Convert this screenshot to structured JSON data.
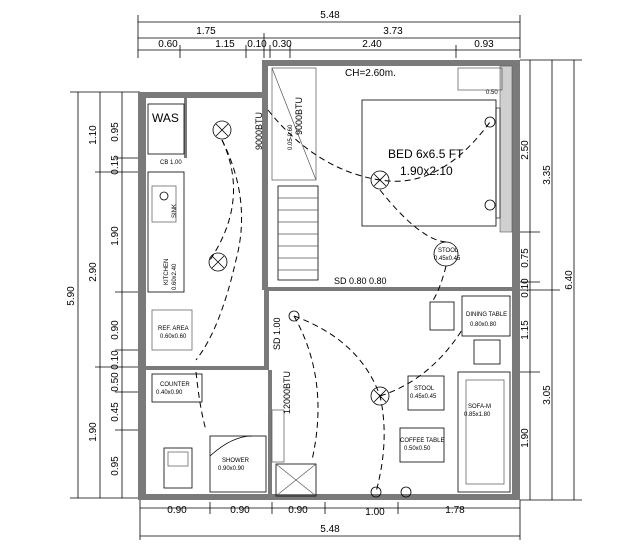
{
  "dims_top": {
    "overall": "5.48",
    "row2": [
      "1.75",
      "3.73"
    ],
    "row3": [
      "0.60",
      "1.15",
      "0.10",
      "0.30",
      "2.40",
      "0.93"
    ]
  },
  "dims_bottom": {
    "row1": [
      "0.90",
      "0.90",
      "0.90",
      "1.00",
      "1.78"
    ],
    "overall": "5.48"
  },
  "dims_left": {
    "overall": "5.90",
    "row2": [
      "1.10",
      "2.90",
      "1.90"
    ],
    "row3": [
      "0.95",
      "0.15",
      "1.90",
      "0.90",
      "0.10",
      "0.50",
      "0.45",
      "0.95"
    ]
  },
  "dims_right": {
    "overall": "6.40",
    "row2": [
      "3.35",
      "3.05"
    ],
    "row3": [
      "2.50",
      "0.75",
      "0.10",
      "1.15",
      "1.90"
    ]
  },
  "rooms": {
    "ceiling": "CH=2.60m.",
    "bed_line1": "BED   6x6.5 FT",
    "bed_line2": "1.90x2.10",
    "was": "WAS",
    "stool_top": "STOOL",
    "stool_top_size": "0.45x0.45",
    "sd": "SD  0.80     0.80",
    "dining_table": "DINING TABLE",
    "dining_size": "0.80x0.80",
    "stool": "STOOL",
    "stool_size": "0.45x0.45",
    "sofa": "SOFA-M",
    "sofa_size": "0.85x1.80",
    "coffee_table": "COFFEE TABLE",
    "coffee_size": "0.50x0.50",
    "shower": "SHOWER",
    "shower_size": "0.90x0.90",
    "counter": "COUNTER",
    "counter_size": "0.40x0.90",
    "refrigerator": "REF. AREA",
    "refrigerator_size": "0.60x0.60",
    "btu_top": "9000BTU",
    "btu_top2": "9000BTU",
    "btu_mid": "12000BTU",
    "sd_vertical": "SD 1.00",
    "cab_label": "CB 1.00",
    "top_right_cabinet": "0.50",
    "wardrobe": "0.05-0.60",
    "kitchen": "KITCHEN",
    "kitchen_size": "0.60x2.40",
    "sink": "SINK"
  }
}
